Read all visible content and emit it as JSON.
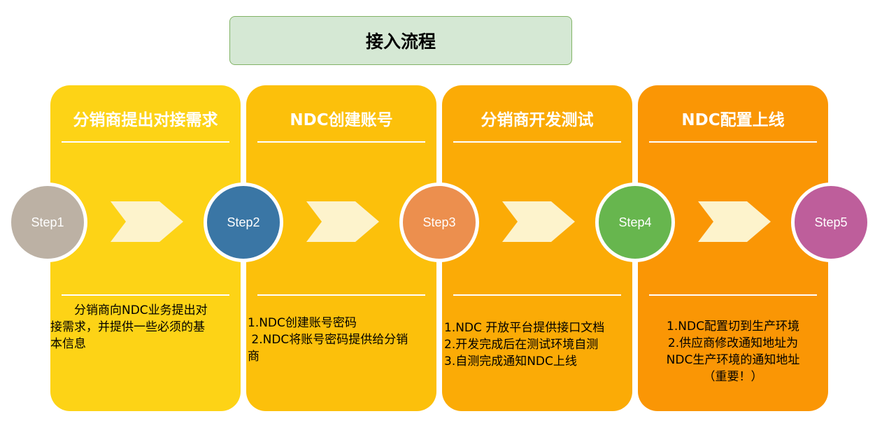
{
  "title": "接入流程",
  "cards": [
    {
      "heading": "分销商提出对接需求",
      "color": "#fdd316",
      "lines": [
        "　　分销商向NDC业务提出对",
        "接需求，并提供一些必须的基",
        "本信息"
      ]
    },
    {
      "heading": "NDC创建账号",
      "color": "#fcc00b",
      "lines": [
        "1.NDC创建账号密码",
        " 2.NDC将账号密码提供给分销",
        "商"
      ]
    },
    {
      "heading": "分销商开发测试",
      "color": "#fbab06",
      "lines": [
        "1.NDC 开放平台提供接口文档",
        "2.开发完成后在测试环境自测",
        "3.自测完成通知NDC上线"
      ]
    },
    {
      "heading": "NDC配置上线",
      "color": "#fa9605",
      "lines": [
        "1.NDC配置切到生产环境",
        "2.供应商修改通知地址为",
        "NDC生产环境的通知地址",
        "（重要！）"
      ]
    }
  ],
  "steps": [
    {
      "label": "Step1",
      "color": "#bcb1a4"
    },
    {
      "label": "Step2",
      "color": "#3a76a5"
    },
    {
      "label": "Step3",
      "color": "#ec8f4e"
    },
    {
      "label": "Step4",
      "color": "#67b64e"
    },
    {
      "label": "Step5",
      "color": "#be5e9b"
    }
  ],
  "arrow_color": "#fdf3cc"
}
